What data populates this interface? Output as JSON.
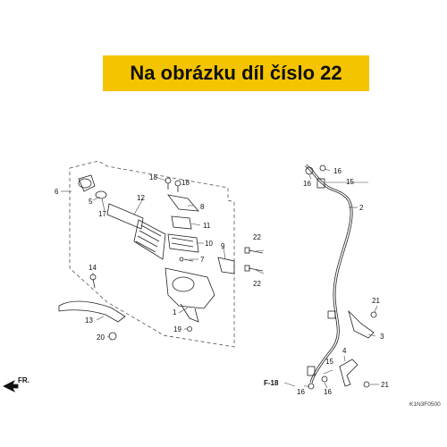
{
  "banner": {
    "text": "Na obrázku díl číslo 22",
    "color": "#f5c400"
  },
  "direction": {
    "label": "FR."
  },
  "reference": {
    "label": "F-18"
  },
  "diagram_code": "K1N3F0500",
  "part_labels": {
    "p1": "1",
    "p2": "2",
    "p3": "3",
    "p4": "4",
    "p5": "5",
    "p6": "6",
    "p7": "7",
    "p8": "8",
    "p9": "9",
    "p10": "10",
    "p11": "11",
    "p12": "12",
    "p13": "13",
    "p14": "14",
    "p15a": "15",
    "p15b": "15",
    "p16a": "16",
    "p16b": "16",
    "p16c": "16",
    "p16d": "16",
    "p17": "17",
    "p18a": "18",
    "p18b": "18",
    "p19": "19",
    "p20": "20",
    "p21a": "21",
    "p21b": "21",
    "p22a": "22",
    "p22b": "22"
  }
}
